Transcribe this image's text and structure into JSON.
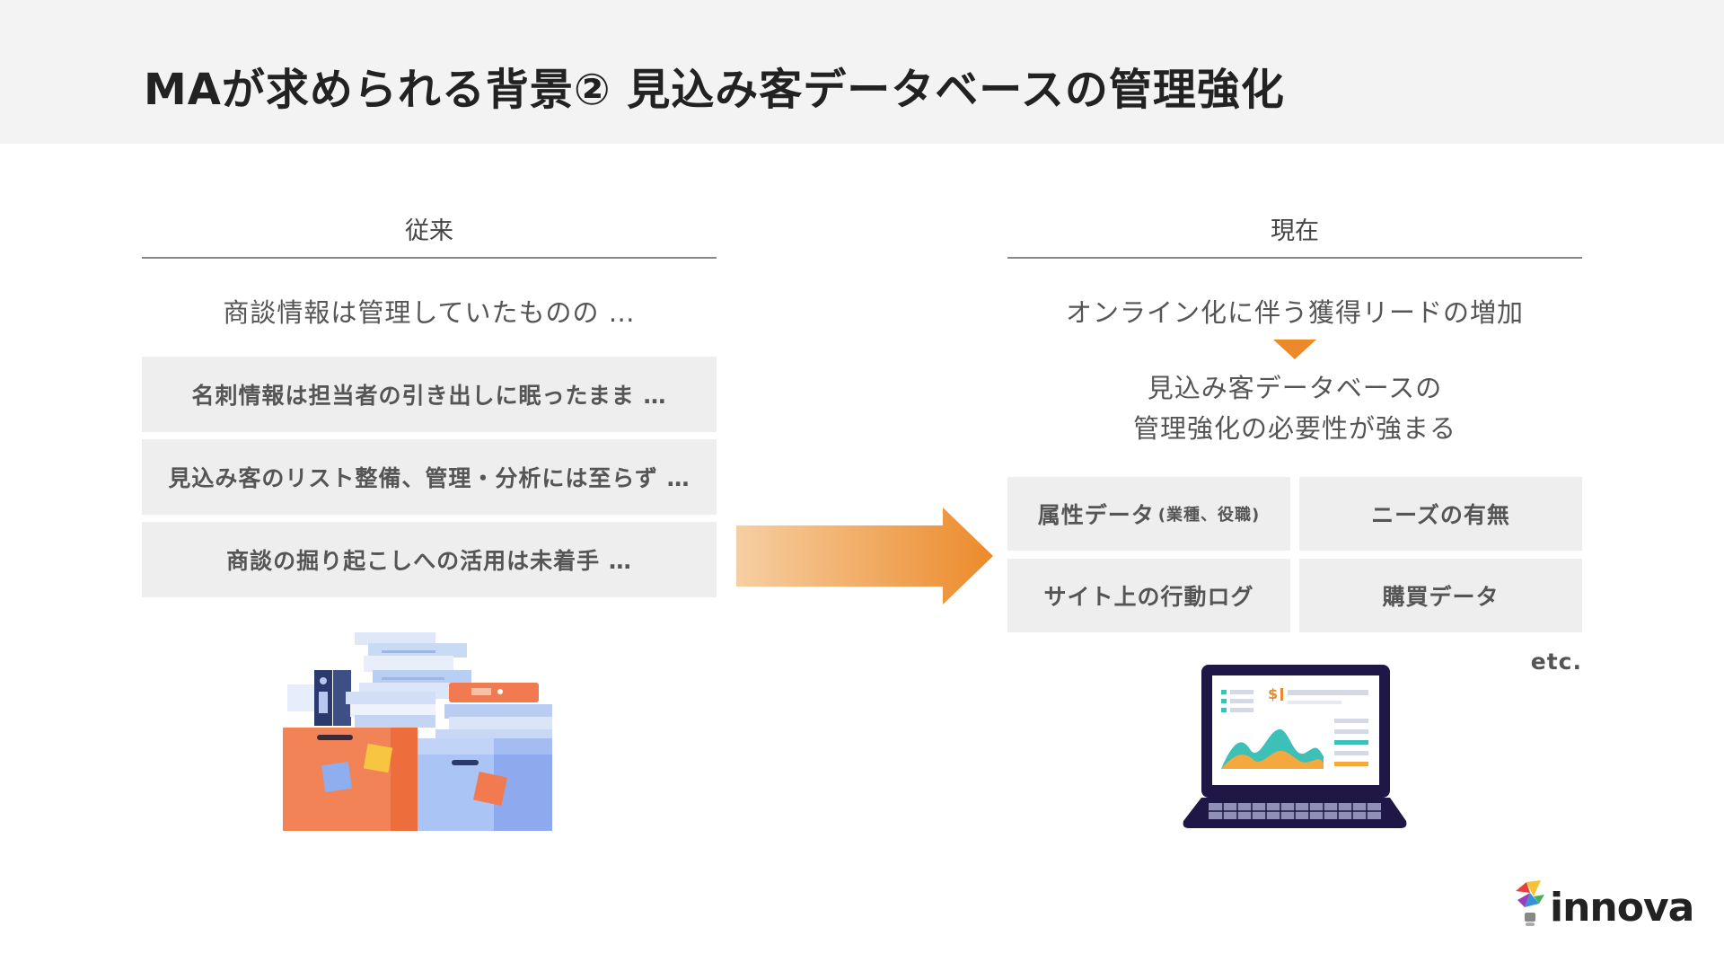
{
  "title": "MAが求められる背景② 見込み客データベースの管理強化",
  "left": {
    "heading": "従来",
    "lead": "商談情報は管理していたものの …",
    "boxes": [
      "名刺情報は担当者の引き出しに眠ったまま …",
      "見込み客のリスト整備、管理・分析には至らず …",
      "商談の掘り起こしへの活用は未着手 …"
    ]
  },
  "right": {
    "heading": "現在",
    "lead": "オンライン化に伴う獲得リードの増加",
    "result_line1": "見込み客データベースの",
    "result_line2": "管理強化の必要性が強まる",
    "grid": {
      "attr_main": "属性データ",
      "attr_sub": "(業種、役職)",
      "needs": "ニーズの有無",
      "behavior": "サイト上の行動ログ",
      "purchase": "購買データ"
    },
    "etc": "etc."
  },
  "brand": {
    "logo_text": "innova"
  },
  "colors": {
    "accent": "#ec8a2a",
    "arrow_start": "#f6cfa2",
    "header_bg": "#f3f3f3",
    "box_bg": "#eeeeee"
  }
}
